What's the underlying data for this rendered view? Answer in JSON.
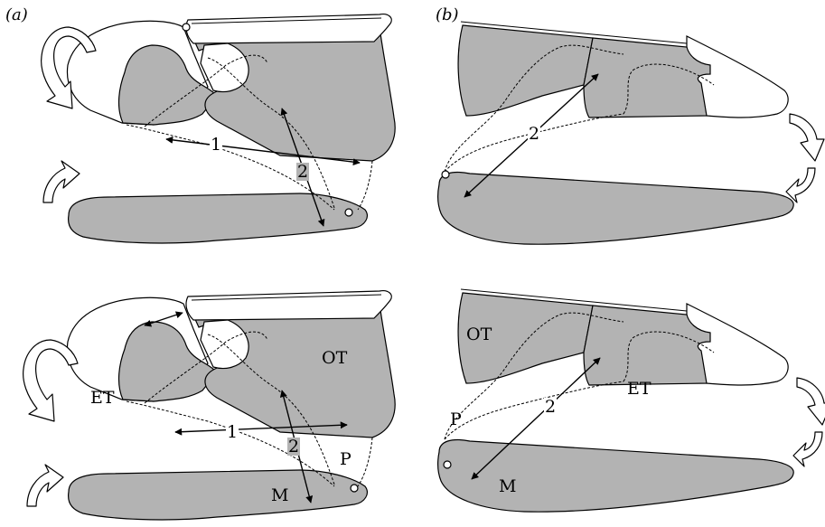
{
  "colors": {
    "tissue_fill": "#b3b3b3",
    "outline": "#000000",
    "background": "#ffffff"
  },
  "panels": {
    "a": {
      "label": "(a)"
    },
    "b": {
      "label": "(b)"
    }
  },
  "measure_labels": {
    "one": "1",
    "two": "2"
  },
  "structure_labels": {
    "ot": "OT",
    "et": "ET",
    "p": "P",
    "m": "M"
  },
  "icons": {
    "rotation": "curved-rotation-arrow-icon",
    "pivot": "pivot-circle-icon"
  }
}
